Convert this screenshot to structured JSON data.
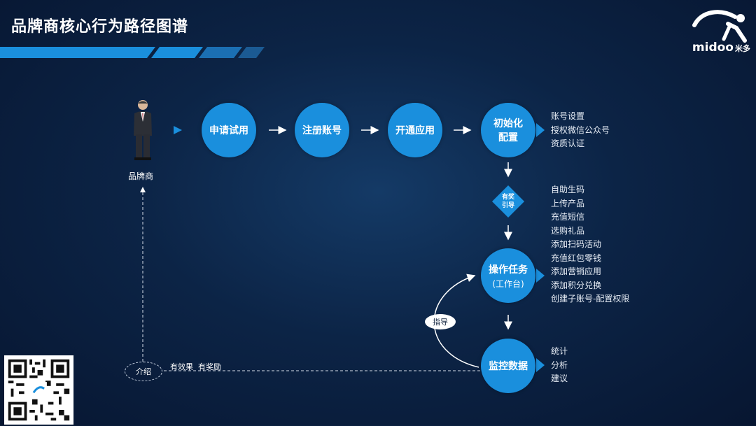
{
  "title": "品牌商核心行为路径图谱",
  "logo": {
    "brand": "midoo",
    "cn": "米多"
  },
  "person_label": "品牌商",
  "steps": {
    "trial": "申请试用",
    "register": "注册账号",
    "open_app": "开通应用",
    "init_line1": "初始化",
    "init_line2": "配置",
    "operate_line1": "操作任务",
    "operate_line2": "(工作台)",
    "monitor": "监控数据"
  },
  "diamond": {
    "line1": "有奖",
    "line2": "引导"
  },
  "init_items": [
    "账号设置",
    "授权微信公众号",
    "资质认证"
  ],
  "operate_items": [
    "自助生码",
    "上传产品",
    "充值短信",
    "选购礼品",
    "添加扫码活动",
    "充值红包零钱",
    "添加营销应用",
    "添加积分兑换",
    "创建子账号-配置权限"
  ],
  "monitor_items": [
    "统计",
    "分析",
    "建议"
  ],
  "loop": {
    "guide": "指导",
    "intro": "介绍",
    "effect": "有效果  有奖励"
  },
  "colors": {
    "accent": "#1a8fdd",
    "background": "#0c2446"
  }
}
